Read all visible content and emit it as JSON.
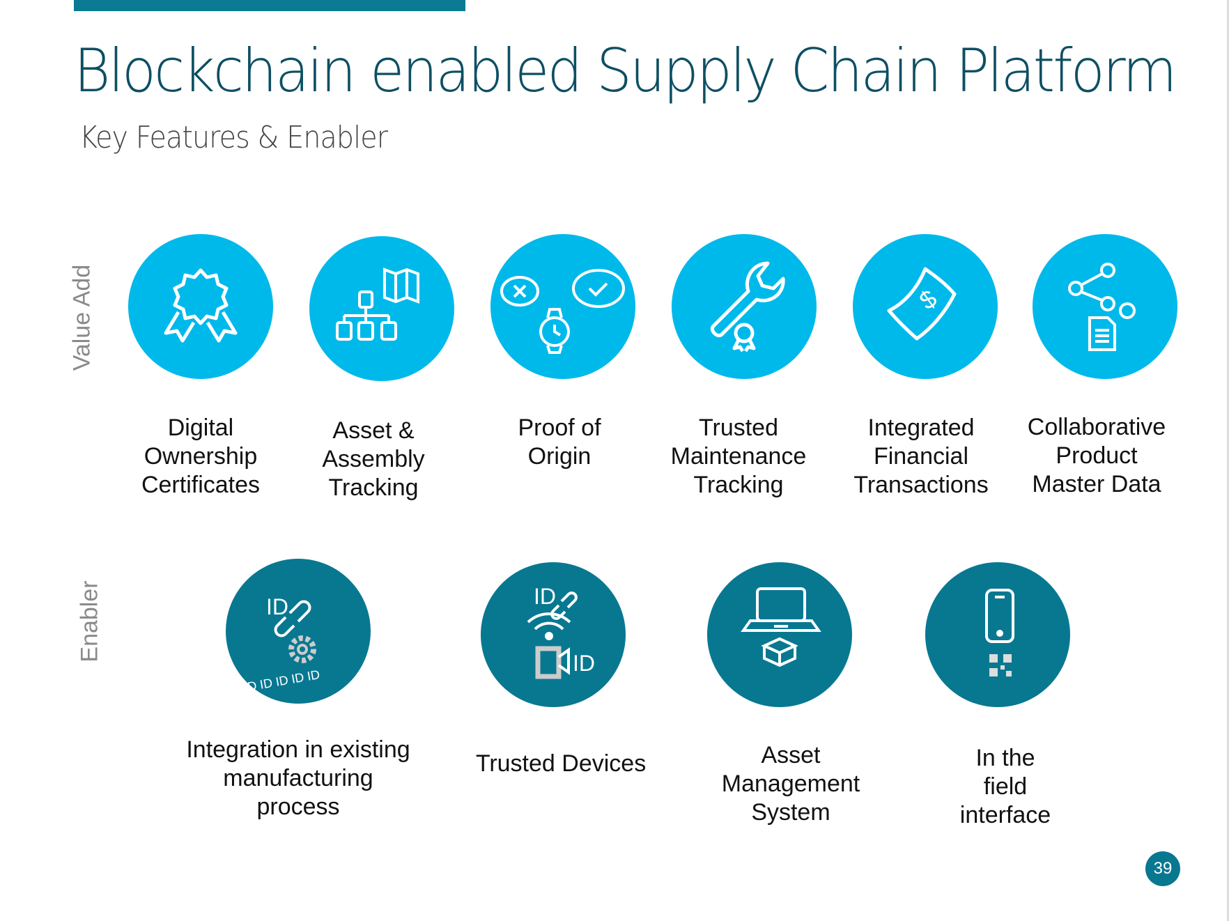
{
  "header": {
    "title": "Blockchain enabled Supply Chain Platform",
    "subtitle": "Key Features & Enabler"
  },
  "rows": {
    "value_add": "Value Add",
    "enabler": "Enabler"
  },
  "value_add": [
    {
      "icon": "award-ribbon-icon",
      "lines": [
        "Digital",
        "Ownership",
        "Certificates"
      ]
    },
    {
      "icon": "map-hierarchy-icon",
      "lines": [
        "Asset &",
        "Assembly",
        "Tracking"
      ]
    },
    {
      "icon": "chat-watch-icon",
      "lines": [
        "Proof of",
        "Origin"
      ]
    },
    {
      "icon": "wrench-icon",
      "lines": [
        "Trusted",
        "Maintenance",
        "Tracking"
      ]
    },
    {
      "icon": "dollar-bill-icon",
      "lines": [
        "Integrated",
        "Financial",
        "Transactions"
      ]
    },
    {
      "icon": "share-document-icon",
      "lines": [
        "Collaborative",
        "Product",
        "Master Data"
      ]
    }
  ],
  "enabler": [
    {
      "icon": "id-link-gear-icon",
      "lines": [
        "Integration in existing",
        "manufacturing",
        "process"
      ],
      "icon_text": "ID"
    },
    {
      "icon": "id-wifi-camera-icon",
      "lines": [
        "Trusted Devices"
      ],
      "icon_text": "ID"
    },
    {
      "icon": "laptop-box-icon",
      "lines": [
        "Asset",
        "Management",
        "System"
      ]
    },
    {
      "icon": "phone-qr-icon",
      "lines": [
        "In the",
        "field",
        "interface"
      ]
    }
  ],
  "colors": {
    "value_add": "#00b9eb",
    "enabler": "#087891",
    "title": "#0d4f63"
  },
  "page_number": "39"
}
